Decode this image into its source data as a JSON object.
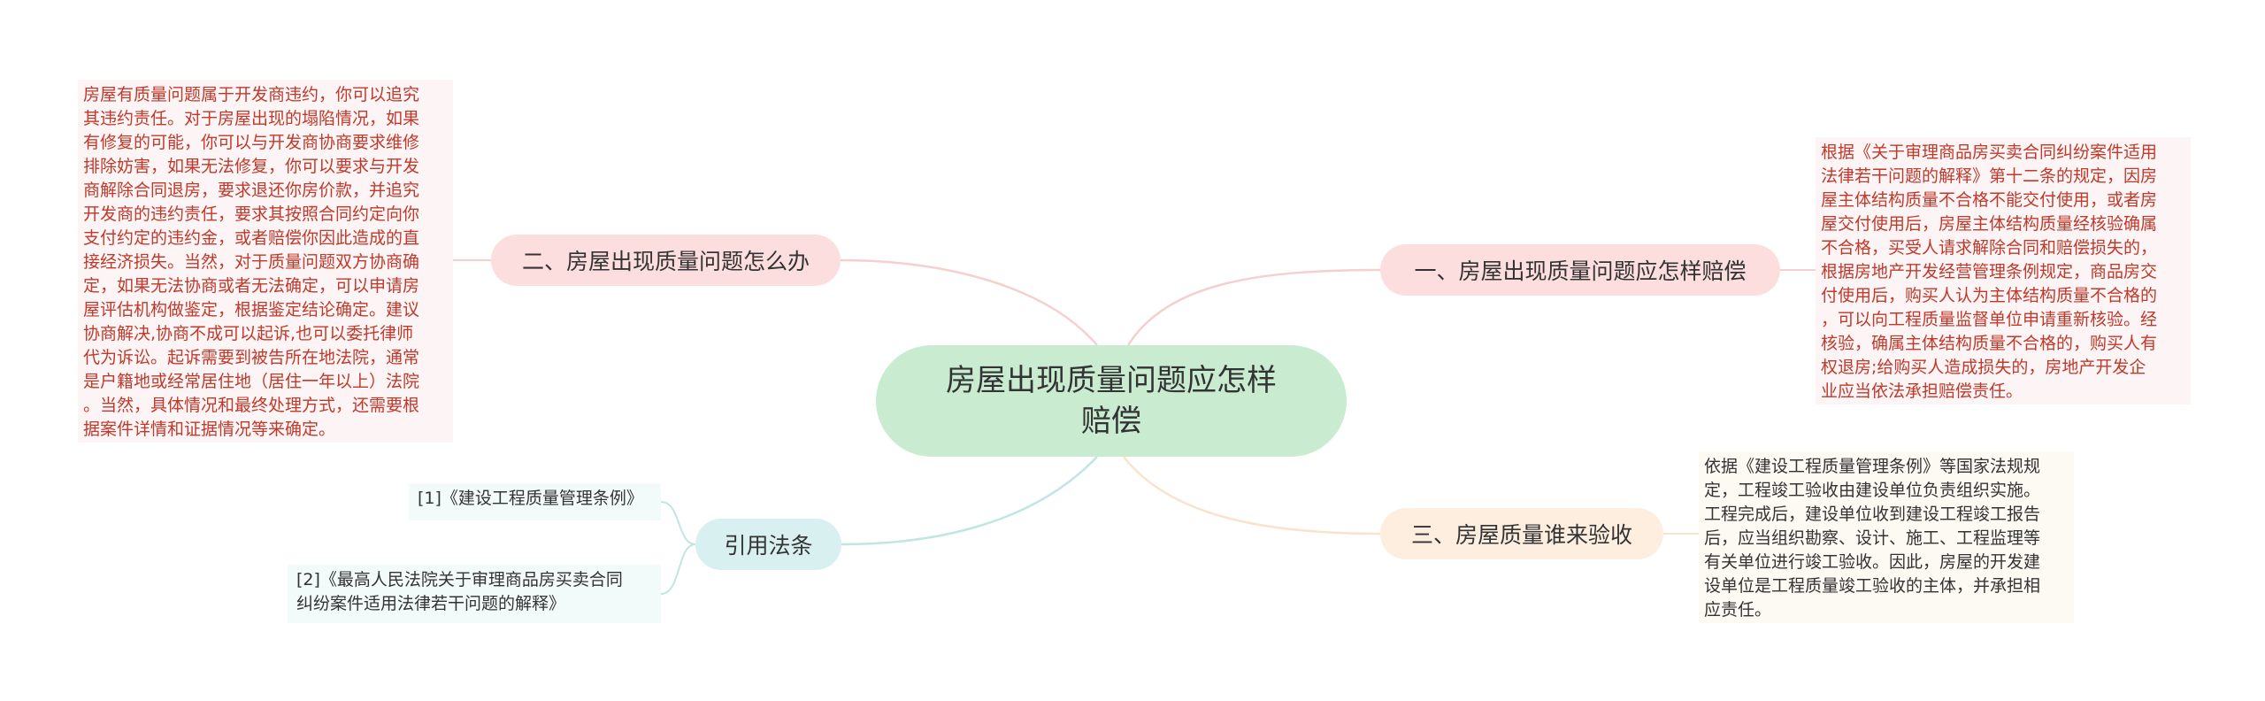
{
  "center": {
    "title": "房屋出现质量问题应怎样赔偿"
  },
  "branches": [
    {
      "label": "一、房屋出现质量问题应怎样赔偿"
    },
    {
      "label": "二、房屋出现质量问题怎么办"
    },
    {
      "label": "三、房屋质量谁来验收"
    },
    {
      "label": "引用法条"
    }
  ],
  "notes": {
    "compensation": "根据《关于审理商品房买卖合同纠纷案件适用\n法律若干问题的解释》第十二条的规定，因房\n屋主体结构质量不合格不能交付使用，或者房\n屋交付使用后，房屋主体结构质量经核验确属\n不合格，买受人请求解除合同和赔偿损失的，\n根据房地产开发经营管理条例规定，商品房交\n付使用后，购买人认为主体结构质量不合格的\n，可以向工程质量监督单位申请重新核验。经\n核验，确属主体结构质量不合格的，购买人有\n权退房;给购买人造成损失的，房地产开发企\n业应当依法承担赔偿责任。",
    "what_to_do": "房屋有质量问题属于开发商违约，你可以追究\n其违约责任。对于房屋出现的塌陷情况，如果\n有修复的可能，你可以与开发商协商要求维修\n排除妨害，如果无法修复，你可以要求与开发\n商解除合同退房，要求退还你房价款，并追究\n开发商的违约责任，要求其按照合同约定向你\n支付约定的违约金，或者赔偿你因此造成的直\n接经济损失。当然，对于质量问题双方协商确\n定，如果无法协商或者无法确定，可以申请房\n屋评估机构做鉴定，根据鉴定结论确定。建议\n协商解决,协商不成可以起诉,也可以委托律师\n代为诉讼。起诉需要到被告所在地法院，通常\n是户籍地或经常居住地（居住一年以上）法院\n。当然，具体情况和最终处理方式，还需要根\n据案件详情和证据情况等来确定。",
    "inspection": "依据《建设工程质量管理条例》等国家法规规\n定，工程竣工验收由建设单位负责组织实施。\n工程完成后，建设单位收到建设工程竣工报告\n后，应当组织勘察、设计、施工、工程监理等\n有关单位进行竣工验收。因此，房屋的开发建\n设单位是工程质量竣工验收的主体，并承担相\n应责任。"
  },
  "references": [
    "[1]《建设工程质量管理条例》",
    "[2]《最高人民法院关于审理商品房买卖合同\n纠纷案件适用法律若干问题的解释》"
  ],
  "colors": {
    "center_fill": "#c9ecd0",
    "branch_pink": "#fcdede",
    "branch_peach": "#fdeee0",
    "branch_teal": "#d8f0ef",
    "note_red_text": "#c0392b"
  }
}
